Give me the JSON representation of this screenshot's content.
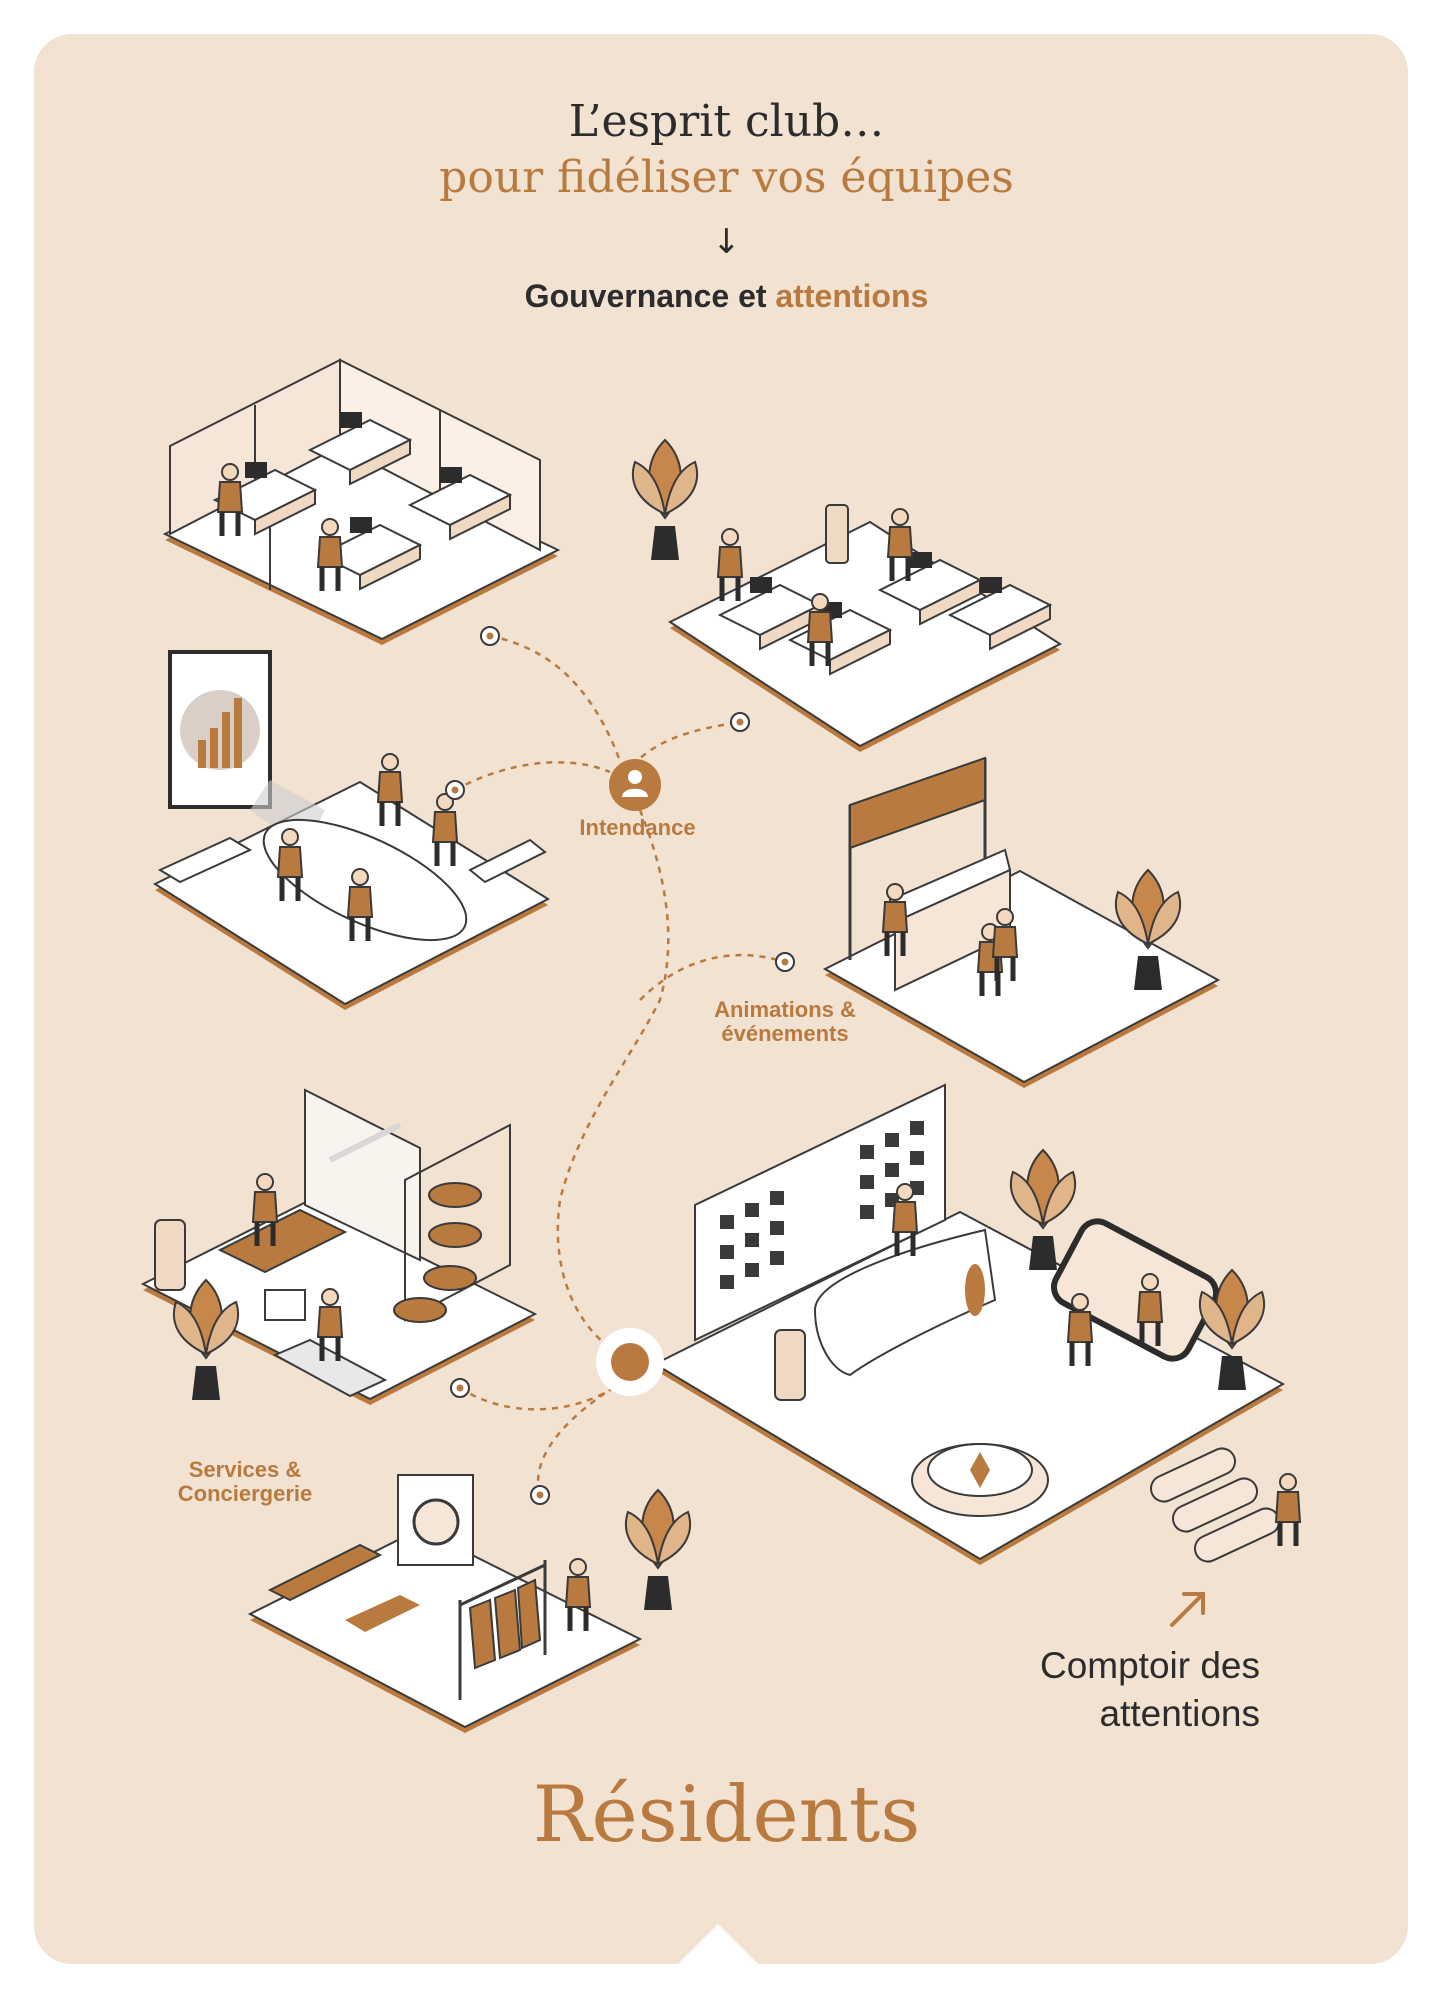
{
  "header": {
    "title_line1": "L’esprit club…",
    "title_line2": "pour fidéliser vos équipes",
    "arrow_glyph": "↓",
    "subtitle_part1": "Gouvernance et",
    "subtitle_part2": "attentions"
  },
  "labels": {
    "intendance": "Intendance",
    "animations_line1": "Animations &",
    "animations_line2": "événements",
    "services_line1": "Services &",
    "services_line2": "Conciergerie",
    "comptoir_line1": "Comptoir des",
    "comptoir_line2": "attentions"
  },
  "footer": {
    "residents": "Résidents"
  },
  "colors": {
    "background": "#f2e2d2",
    "accent": "#b97a3f",
    "text": "#2c2c2c",
    "floor": "#ffffff",
    "outline": "#3a3a3a"
  },
  "icons": {
    "intendance_node": "user-icon",
    "comptoir_arrow": "arrow-up-right-icon"
  }
}
